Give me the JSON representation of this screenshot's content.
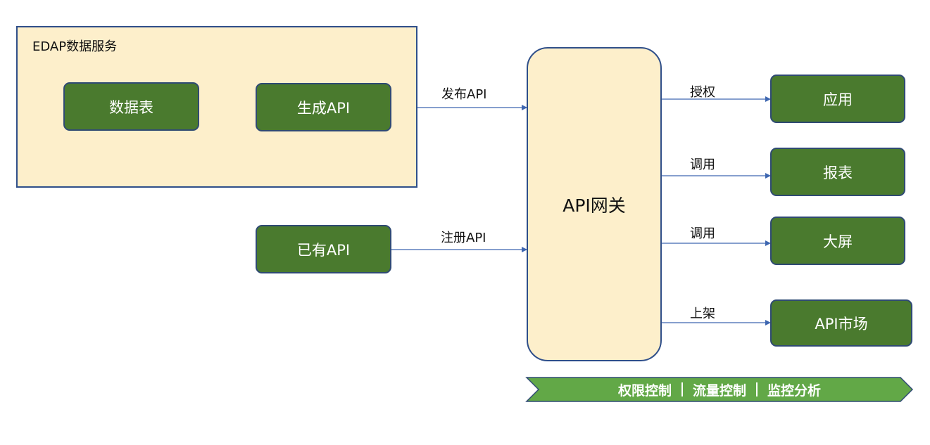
{
  "group": {
    "title": "EDAP数据服务"
  },
  "nodes": {
    "table": "数据表",
    "gen_api": "生成API",
    "existing_api": "已有API",
    "gateway": "API网关",
    "app": "应用",
    "report": "报表",
    "screen": "大屏",
    "market": "API市场"
  },
  "edges": {
    "publish": "发布API",
    "register": "注册API",
    "authorize": "授权",
    "call_report": "调用",
    "call_screen": "调用",
    "list": "上架"
  },
  "banner": {
    "items": [
      "权限控制",
      "流量控制",
      "监控分析"
    ]
  },
  "colors": {
    "node_fill": "#4a7a2e",
    "node_border": "#2f4a73",
    "gateway_fill": "#fdefcb",
    "arrow": "#3d66b0",
    "banner_fill": "#62a847"
  }
}
